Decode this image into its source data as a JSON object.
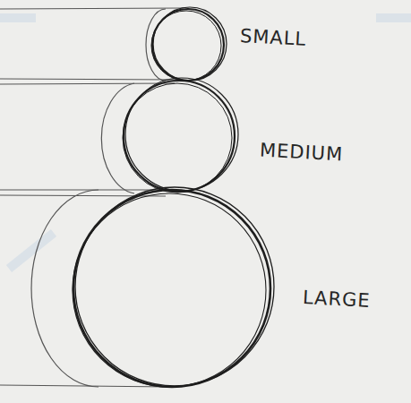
{
  "diagram": {
    "labels": [
      "SMALL",
      "MEDIUM",
      "LARGE"
    ]
  }
}
